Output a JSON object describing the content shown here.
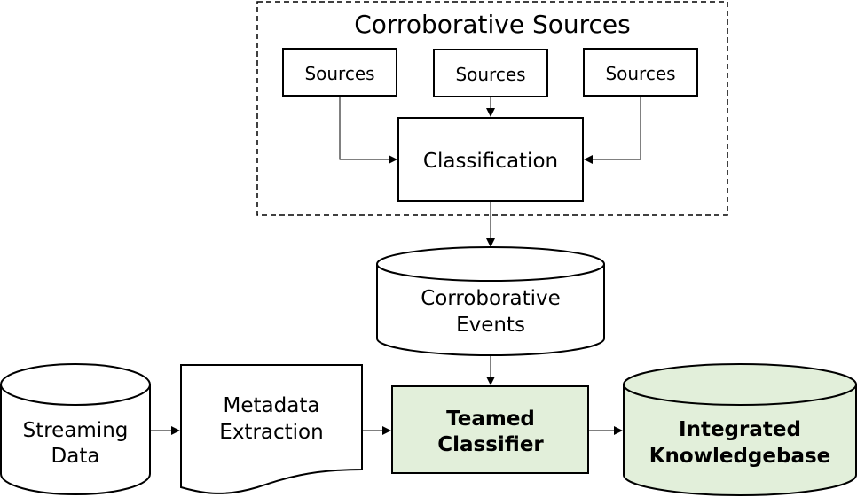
{
  "corroborative_sources": {
    "title": "Corroborative Sources",
    "sources": [
      "Sources",
      "Sources",
      "Sources"
    ],
    "classification": "Classification"
  },
  "corroborative_events": {
    "line1": "Corroborative",
    "line2": "Events"
  },
  "streaming_data": {
    "line1": "Streaming",
    "line2": "Data"
  },
  "metadata_extraction": {
    "line1": "Metadata",
    "line2": "Extraction"
  },
  "teamed_classifier": {
    "line1": "Teamed",
    "line2": "Classifier"
  },
  "integrated_knowledgebase": {
    "line1": "Integrated",
    "line2": "Knowledgebase"
  },
  "colors": {
    "highlight_fill": "#e2efda",
    "stroke": "#000000"
  }
}
